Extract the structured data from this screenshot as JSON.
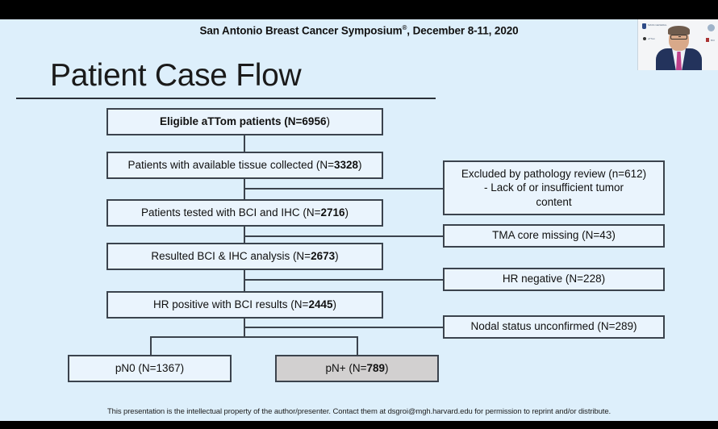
{
  "header": {
    "title_prefix": "San Antonio Breast Cancer Symposium",
    "registered_mark": "®",
    "title_suffix": ", December 8-11, 2020"
  },
  "webcam": {
    "label": "presenter-video-thumbnail",
    "logo_text_1": "MASS GENERAL",
    "logo_text_2": "aTTom",
    "logo_text_3": "BCI"
  },
  "slide": {
    "title": "Patient Case Flow",
    "background_color": "#ddeffb",
    "node_fill": "#eaf4fd",
    "node_border": "#3b434d",
    "highlight_fill": "#d2d0d0"
  },
  "flowchart": {
    "type": "consort-flow-diagram",
    "main_nodes": [
      {
        "id": "eligible",
        "text_before": "Eligible aTTom patients (N=",
        "value": "6956",
        "text_after": ")",
        "bold": true
      },
      {
        "id": "tissue",
        "text_before": "Patients with available tissue collected (N=",
        "value": "3328",
        "text_after": ")",
        "bold": false
      },
      {
        "id": "tested",
        "text_before": "Patients tested with BCI and IHC (N=",
        "value": "2716",
        "text_after": ")",
        "bold": false
      },
      {
        "id": "resulted",
        "text_before": "Resulted BCI & IHC analysis (N=",
        "value": "2673",
        "text_after": ")",
        "bold": false
      },
      {
        "id": "hr-positive",
        "text_before": "HR positive with BCI results (N=",
        "value": "2445",
        "text_after": ")",
        "bold": false
      }
    ],
    "exclusion_nodes": [
      {
        "id": "pathology-excluded",
        "line1": "Excluded by pathology review (n=612)",
        "line2": "- Lack of or insufficient tumor",
        "line3": "content"
      },
      {
        "id": "tma-core-missing",
        "line1": "TMA core missing (N=43)"
      },
      {
        "id": "hr-negative",
        "line1": "HR negative (N=228)"
      },
      {
        "id": "nodal-unconfirmed",
        "line1": "Nodal status unconfirmed (N=289)"
      }
    ],
    "outcome_nodes": [
      {
        "id": "pn0",
        "text_before": "pN0 (N=1367)",
        "value": "",
        "text_after": "",
        "shaded": false
      },
      {
        "id": "pnplus",
        "text_before": "pN+ (N=",
        "value": "789",
        "text_after": ")",
        "shaded": true
      }
    ]
  },
  "footer": {
    "text": "This presentation is the intellectual property of the author/presenter. Contact them at dsgroi@mgh.harvard.edu for permission to reprint and/or distribute."
  }
}
